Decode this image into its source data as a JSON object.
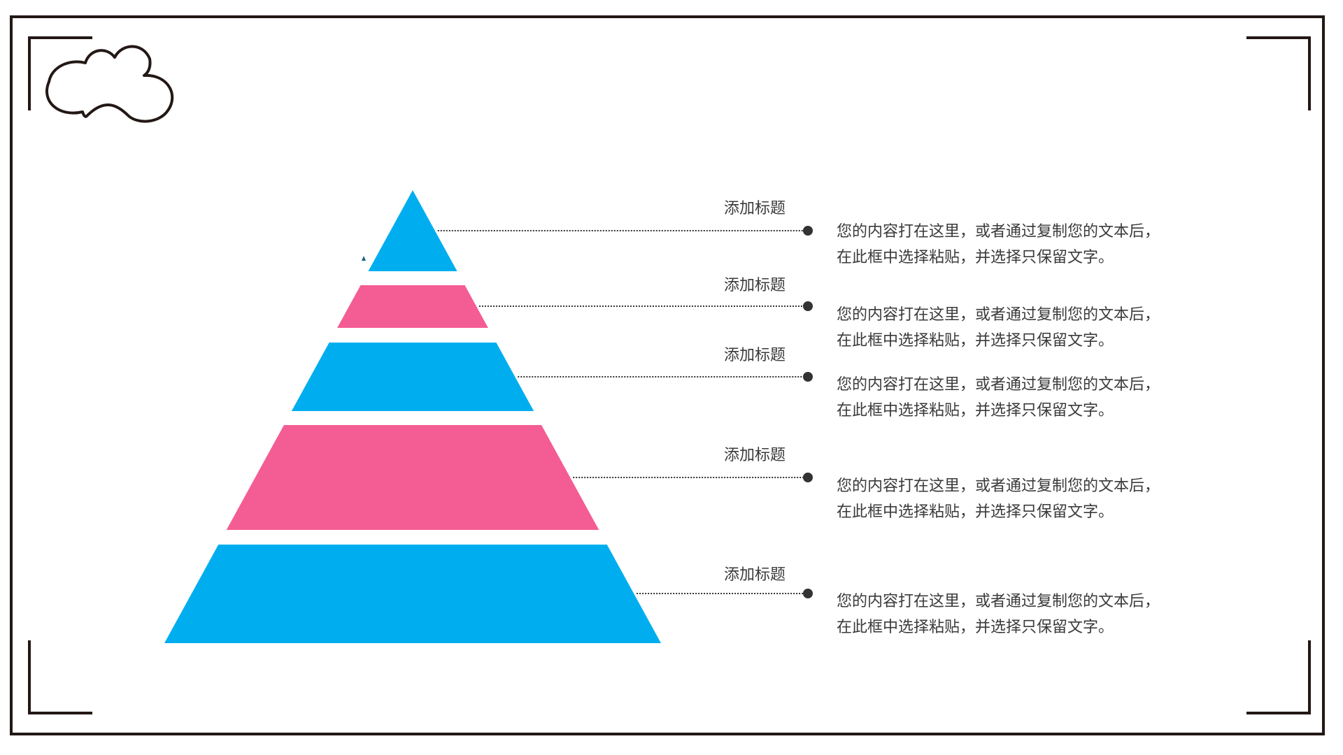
{
  "colors": {
    "frame": "#231815",
    "blue": "#00aeef",
    "pink": "#f45d93",
    "text": "#3a3a3a",
    "connector": "#333333"
  },
  "decoration": {
    "cloud_icon": "cloud-outline-icon",
    "corner_icon": "corner-bracket"
  },
  "pyramid": {
    "levels": [
      {
        "color": "blue",
        "title": "添加标题",
        "desc_line1": "您的内容打在这里，或者通过复制您的文本后，",
        "desc_line2": "在此框中选择粘贴，并选择只保留文字。"
      },
      {
        "color": "pink",
        "title": "添加标题",
        "desc_line1": "您的内容打在这里，或者通过复制您的文本后，",
        "desc_line2": "在此框中选择粘贴，并选择只保留文字。"
      },
      {
        "color": "blue",
        "title": "添加标题",
        "desc_line1": "您的内容打在这里，或者通过复制您的文本后，",
        "desc_line2": "在此框中选择粘贴，并选择只保留文字。"
      },
      {
        "color": "pink",
        "title": "添加标题",
        "desc_line1": "您的内容打在这里，或者通过复制您的文本后，",
        "desc_line2": "在此框中选择粘贴，并选择只保留文字。"
      },
      {
        "color": "blue",
        "title": "添加标题",
        "desc_line1": "您的内容打在这里，或者通过复制您的文本后，",
        "desc_line2": "在此框中选择粘贴，并选择只保留文字。"
      }
    ]
  }
}
